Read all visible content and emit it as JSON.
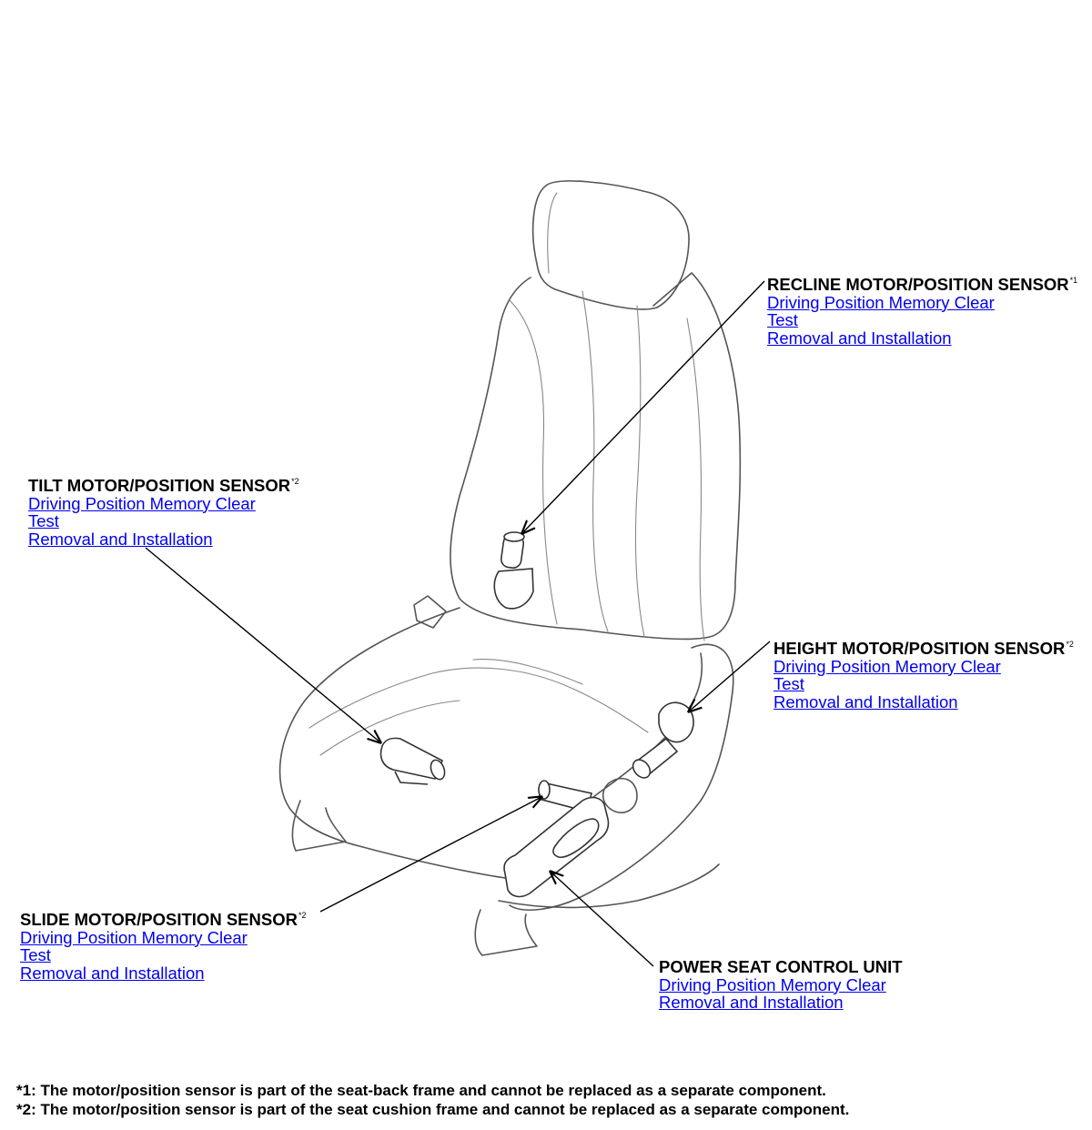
{
  "components": {
    "recline": {
      "title": "RECLINE MOTOR/POSITION SENSOR",
      "note_ref": "*1",
      "links": [
        "Driving Position Memory Clear",
        "Test",
        "Removal and Installation"
      ]
    },
    "tilt": {
      "title": "TILT MOTOR/POSITION SENSOR",
      "note_ref": "*2",
      "links": [
        "Driving Position Memory Clear",
        "Test",
        "Removal and Installation"
      ]
    },
    "height": {
      "title": "HEIGHT MOTOR/POSITION SENSOR",
      "note_ref": "*2",
      "links": [
        "Driving Position Memory Clear",
        "Test",
        "Removal and Installation"
      ]
    },
    "slide": {
      "title": "SLIDE MOTOR/POSITION SENSOR",
      "note_ref": "*2",
      "links": [
        "Driving Position Memory Clear",
        "Test",
        "Removal and Installation"
      ]
    },
    "control_unit": {
      "title": "POWER SEAT CONTROL UNIT",
      "links": [
        "Driving Position Memory Clear",
        "Removal and Installation"
      ]
    }
  },
  "footnotes": [
    "*1: The motor/position sensor is part of the seat-back frame and cannot be replaced as a separate component.",
    "*2: The motor/position sensor is part of the seat cushion frame and cannot be replaced as a separate component."
  ],
  "colors": {
    "link": "#0000ee",
    "line": "#000000",
    "seat_outline": "#555555"
  }
}
